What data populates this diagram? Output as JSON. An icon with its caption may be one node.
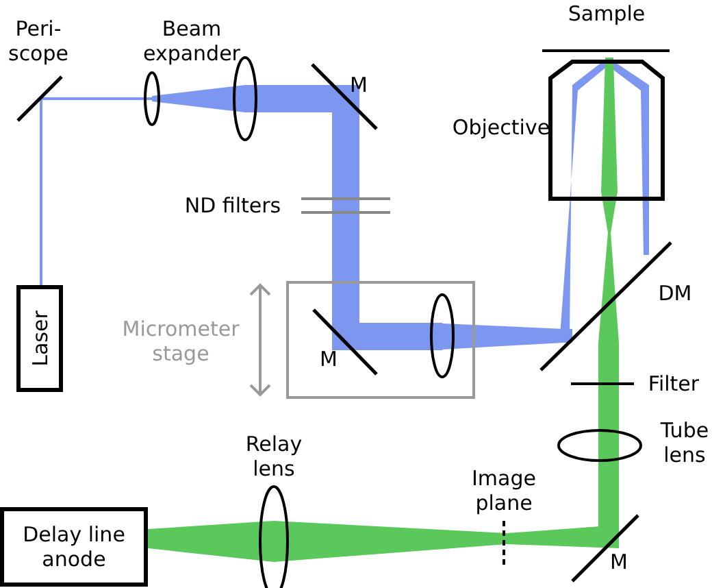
{
  "diagram": {
    "nodes": [
      {
        "text": [
          "Laser"
        ]
      },
      {
        "text": [
          "Delay line anode"
        ]
      }
    ],
    "labels": [
      "Peri- scope",
      "Beam expander",
      "Sample",
      "M",
      "Objective",
      "ND filters",
      "Micrometer stage",
      "M",
      "DM",
      "Filter",
      "Tube lens",
      "Relay lens",
      "Image plane",
      "M"
    ]
  }
}
